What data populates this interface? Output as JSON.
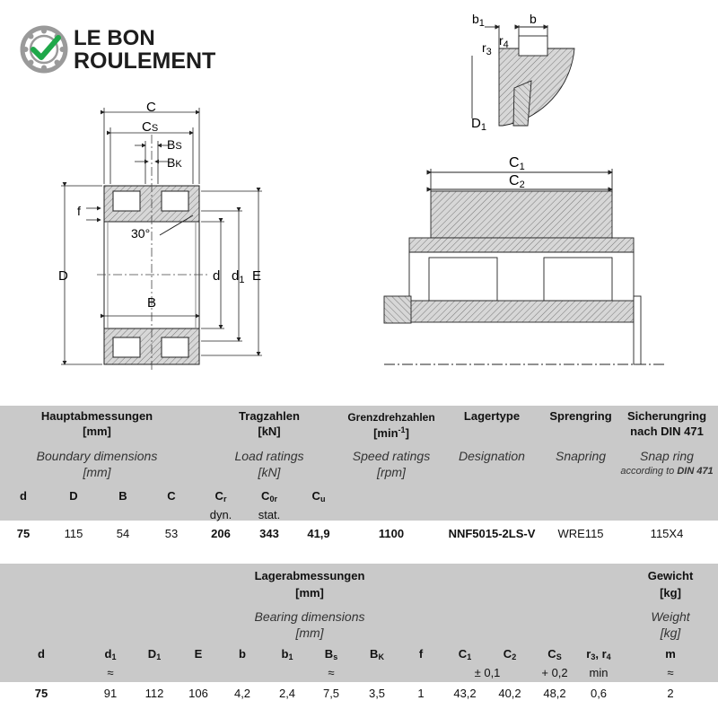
{
  "logo": {
    "line1": "LE BON",
    "line2": "ROULEMENT",
    "check_color": "#1fa84a"
  },
  "drawing_labels": {
    "C": "C",
    "Cs": "C",
    "Cs_sub": "S",
    "Bs": "B",
    "Bs_sub": "S",
    "Bk": "B",
    "Bk_sub": "K",
    "f": "f",
    "angle": "30°",
    "D": "D",
    "B": "B",
    "d": "d",
    "d1": "d",
    "d1_sub": "1",
    "E": "E",
    "b1": "b",
    "b1_sub": "1",
    "b": "b",
    "r4": "r",
    "r4_sub": "4",
    "r3": "r",
    "r3_sub": "3",
    "D1": "D",
    "D1_sub": "1",
    "C1": "C",
    "C1_sub": "1",
    "C2": "C",
    "C2_sub": "2"
  },
  "table1": {
    "headers": {
      "main_de": "Hauptabmessungen",
      "main_de_unit": "[mm]",
      "main_en": "Boundary dimensions",
      "main_en_unit": "[mm]",
      "load_de": "Tragzahlen",
      "load_de_unit": "[kN]",
      "load_en": "Load ratings",
      "load_en_unit": "[kN]",
      "speed_de": "Grenzdrehzahlen",
      "speed_de_unit": "[min",
      "speed_de_unit_sup": "-1",
      "speed_de_unit_end": "]",
      "speed_en": "Speed ratings",
      "speed_en_unit": "[rpm]",
      "type_de": "Lagertype",
      "type_en": "Designation",
      "spreng_de": "Sprengring",
      "spreng_en": "Snapring",
      "sich_de": "Sicherungring",
      "sich_de2": "nach DIN 471",
      "sich_en": "Snap ring",
      "sich_en2": "according to",
      "sich_en2_bold": "DIN 471"
    },
    "cols": {
      "d": "d",
      "D": "D",
      "B": "B",
      "C": "C",
      "Cr": "C",
      "Cr_sub": "r",
      "C0r": "C",
      "C0r_sub": "0r",
      "Cu": "C",
      "Cu_sub": "u",
      "dyn": "dyn.",
      "stat": "stat."
    },
    "row": {
      "d": "75",
      "D": "115",
      "B": "54",
      "C": "53",
      "Cr": "206",
      "C0r": "343",
      "Cu": "41,9",
      "speed": "1100",
      "designation": "NNF5015-2LS-V",
      "snapring": "WRE115",
      "din471": "115X4"
    }
  },
  "table2": {
    "headers": {
      "main_de": "Lagerabmessungen",
      "main_de_unit": "[mm]",
      "main_en": "Bearing dimensions",
      "main_en_unit": "[mm]",
      "weight_de": "Gewicht",
      "weight_de_unit": "[kg]",
      "weight_en": "Weight",
      "weight_en_unit": "[kg]"
    },
    "cols": {
      "d": "d",
      "d1": "d",
      "d1_sub": "1",
      "D1": "D",
      "D1_sub": "1",
      "E": "E",
      "b": "b",
      "b1": "b",
      "b1_sub": "1",
      "Bs": "B",
      "Bs_sub": "s",
      "Bk": "B",
      "Bk_sub": "K",
      "f": "f",
      "C1": "C",
      "C1_sub": "1",
      "C2": "C",
      "C2_sub": "2",
      "Cs": "C",
      "Cs_sub": "S",
      "r34": "r",
      "r34_sub3": "3",
      "r34_mid": ", r",
      "r34_sub4": "4",
      "m": "m"
    },
    "notes": {
      "d1": "≈",
      "Bs": "≈",
      "C1": "± 0,1",
      "Cs": "+ 0,2",
      "r34": "min",
      "m": "≈"
    },
    "row": {
      "d": "75",
      "d1": "91",
      "D1": "112",
      "E": "106",
      "b": "4,2",
      "b1": "2,4",
      "Bs": "7,5",
      "Bk": "3,5",
      "f": "1",
      "C1": "43,2",
      "C2": "40,2",
      "Cs": "48,2",
      "r34": "0,6",
      "m": "2"
    }
  }
}
